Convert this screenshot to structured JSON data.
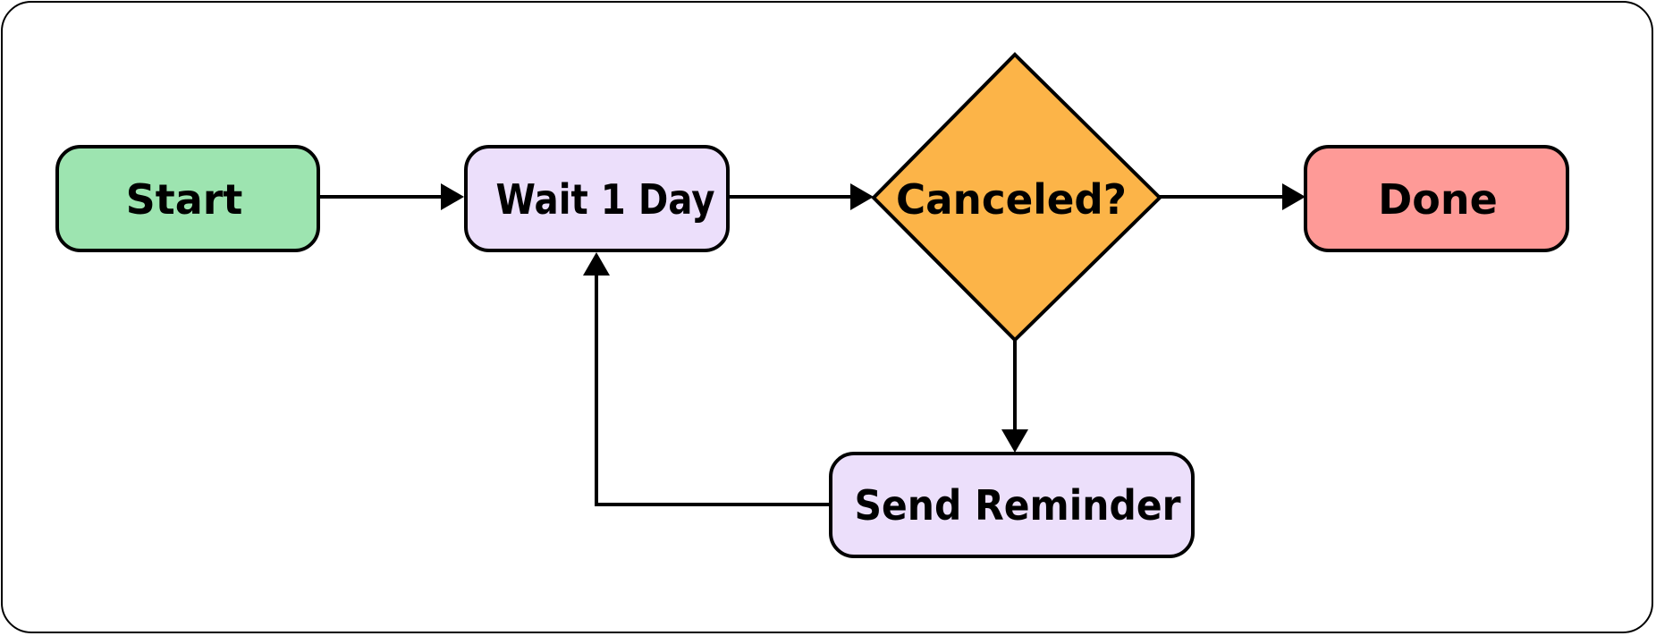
{
  "nodes": {
    "start": {
      "label": "Start",
      "color": "#9de4b0"
    },
    "wait": {
      "label": "Wait 1 Day",
      "color": "#ecdffb"
    },
    "decision": {
      "label": "Canceled?",
      "color": "#fcb448"
    },
    "done": {
      "label": "Done",
      "color": "#fe9a97"
    },
    "reminder": {
      "label": "Send Reminder",
      "color": "#ecdffb"
    }
  },
  "edges": [
    {
      "from": "start",
      "to": "wait"
    },
    {
      "from": "wait",
      "to": "decision"
    },
    {
      "from": "decision",
      "to": "done"
    },
    {
      "from": "decision",
      "to": "reminder"
    },
    {
      "from": "reminder",
      "to": "wait"
    }
  ]
}
